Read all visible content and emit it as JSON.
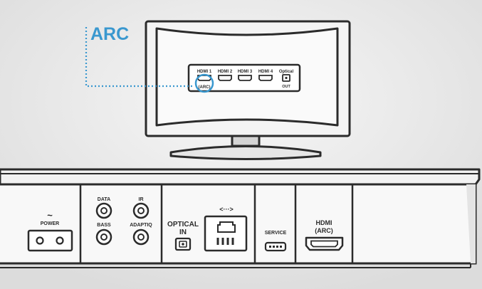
{
  "callout": {
    "label": "ARC",
    "color": "#3a98cf"
  },
  "tv_panel": {
    "ports": [
      "HDMI 1",
      "HDMI 2",
      "HDMI 3",
      "HDMI 4"
    ],
    "arc_tag": "(ARC)",
    "optical_label": "Optical",
    "optical_sub": "OUT"
  },
  "soundbar": {
    "power": {
      "symbol": "~",
      "label": "POWER"
    },
    "jacks": {
      "data": "DATA",
      "ir": "IR",
      "bass": "BASS",
      "adaptiq": "ADAPTIQ"
    },
    "optical": {
      "line1": "OPTICAL",
      "line2": "IN"
    },
    "network_symbol": "<···>",
    "service": "SERVICE",
    "hdmi": {
      "line1": "HDMI",
      "line2": "(ARC)"
    }
  }
}
